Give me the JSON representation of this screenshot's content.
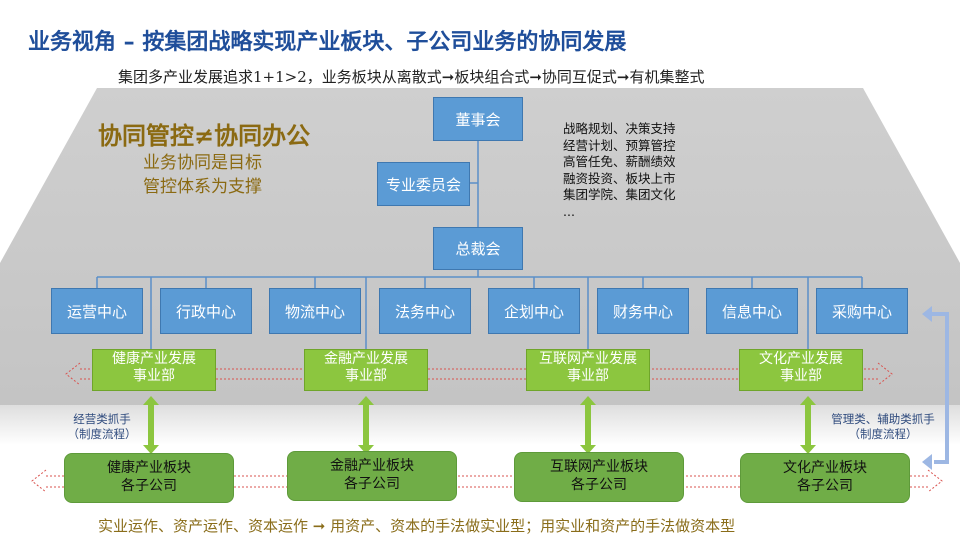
{
  "header": {
    "title": "业务视角 – 按集团战略实现产业板块、子公司业务的协同发展",
    "subtitle": "集团多产业发展追求1+1>2，业务板块从离散式➞板块组合式➞协同互促式➞有机集整式"
  },
  "motto": {
    "main": "协同管控≠协同办公",
    "line1": "业务协同是目标",
    "line2": "管控体系为支撑"
  },
  "org": {
    "board": "董事会",
    "committee": "专业委员会",
    "ceo": "总裁会",
    "board_functions": [
      "战略规划、决策支持",
      "经营计划、预算管控",
      "高管任免、薪酬绩效",
      "融资投资、板块上市",
      "集团学院、集团文化",
      "..."
    ],
    "centers": [
      "运营中心",
      "行政中心",
      "物流中心",
      "法务中心",
      "企划中心",
      "财务中心",
      "信息中心",
      "采购中心"
    ]
  },
  "divisions": [
    {
      "line1": "健康产业发展",
      "line2": "事业部"
    },
    {
      "line1": "金融产业发展",
      "line2": "事业部"
    },
    {
      "line1": "互联网产业发展",
      "line2": "事业部"
    },
    {
      "line1": "文化产业发展",
      "line2": "事业部"
    }
  ],
  "subsidiaries": [
    {
      "line1": "健康产业板块",
      "line2": "各子公司"
    },
    {
      "line1": "金融产业板块",
      "line2": "各子公司"
    },
    {
      "line1": "互联网产业板块",
      "line2": "各子公司"
    },
    {
      "line1": "文化产业板块",
      "line2": "各子公司"
    }
  ],
  "labels": {
    "left_line1": "经营类抓手",
    "left_line2": "（制度流程）",
    "right_line1": "管理类、辅助类抓手",
    "right_line2": "（制度流程）"
  },
  "footer": "实业运作、资产运作、资本运作 ➞ 用资产、资本的手法做实业型；用实业和资产的手法做资本型",
  "colors": {
    "title": "#1f4e9a",
    "box_blue": "#5b9bd5",
    "division_green": "#8cc63f",
    "subsidiary_green": "#70ad47",
    "band_gray": "#c8c8c8",
    "motto_gold": "#8b6a12",
    "dotted_red": "#d9534f"
  }
}
